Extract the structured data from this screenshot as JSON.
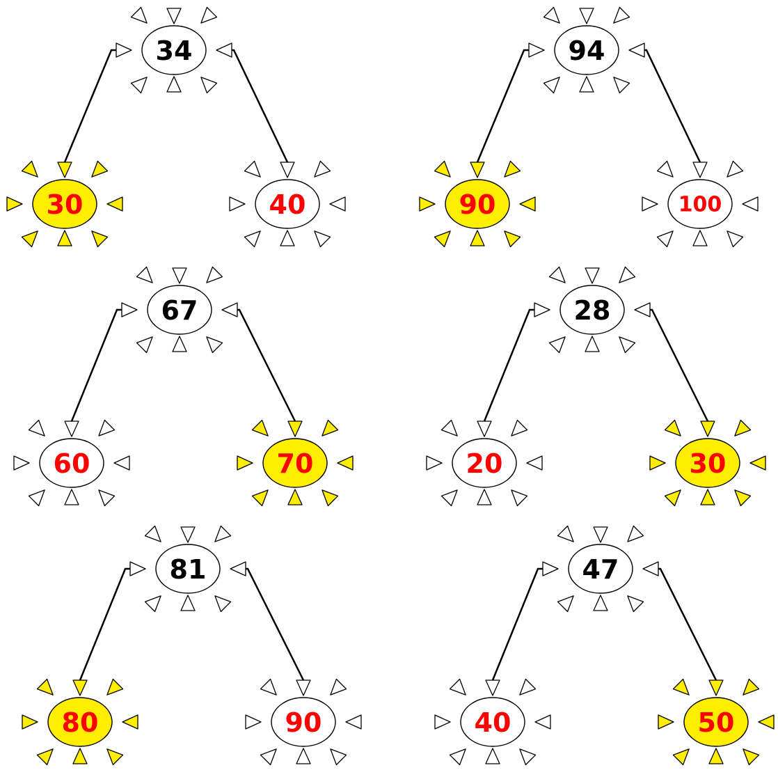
{
  "colors": {
    "highlight": "#ffee00",
    "plain": "#ffffff",
    "line": "#000000",
    "parent_text": "#000000",
    "child_text": "#ff0000"
  },
  "trees": [
    {
      "parent": "34",
      "left": {
        "value": "30",
        "highlighted": true
      },
      "right": {
        "value": "40",
        "highlighted": false
      }
    },
    {
      "parent": "94",
      "left": {
        "value": "90",
        "highlighted": true
      },
      "right": {
        "value": "100",
        "highlighted": false
      }
    },
    {
      "parent": "67",
      "left": {
        "value": "60",
        "highlighted": false
      },
      "right": {
        "value": "70",
        "highlighted": true
      }
    },
    {
      "parent": "28",
      "left": {
        "value": "20",
        "highlighted": false
      },
      "right": {
        "value": "30",
        "highlighted": true
      }
    },
    {
      "parent": "81",
      "left": {
        "value": "80",
        "highlighted": true
      },
      "right": {
        "value": "90",
        "highlighted": false
      }
    },
    {
      "parent": "47",
      "left": {
        "value": "40",
        "highlighted": false
      },
      "right": {
        "value": "50",
        "highlighted": true
      }
    }
  ]
}
